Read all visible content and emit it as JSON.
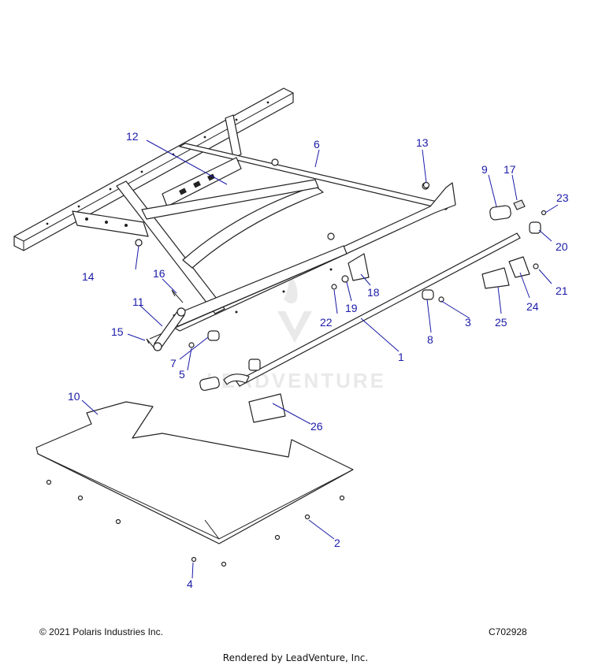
{
  "callouts": [
    {
      "id": "1",
      "label": "1"
    },
    {
      "id": "2",
      "label": "2"
    },
    {
      "id": "3",
      "label": "3"
    },
    {
      "id": "4",
      "label": "4"
    },
    {
      "id": "5",
      "label": "5"
    },
    {
      "id": "6",
      "label": "6"
    },
    {
      "id": "7",
      "label": "7"
    },
    {
      "id": "8",
      "label": "8"
    },
    {
      "id": "9",
      "label": "9"
    },
    {
      "id": "10",
      "label": "10"
    },
    {
      "id": "11",
      "label": "11"
    },
    {
      "id": "12",
      "label": "12"
    },
    {
      "id": "13",
      "label": "13"
    },
    {
      "id": "14",
      "label": "14"
    },
    {
      "id": "15",
      "label": "15"
    },
    {
      "id": "16",
      "label": "16"
    },
    {
      "id": "17",
      "label": "17"
    },
    {
      "id": "18",
      "label": "18"
    },
    {
      "id": "19",
      "label": "19"
    },
    {
      "id": "20",
      "label": "20"
    },
    {
      "id": "21",
      "label": "21"
    },
    {
      "id": "22",
      "label": "22"
    },
    {
      "id": "23",
      "label": "23"
    },
    {
      "id": "24",
      "label": "24"
    },
    {
      "id": "25",
      "label": "25"
    },
    {
      "id": "26",
      "label": "26"
    }
  ],
  "watermark": {
    "text": "LEADVENTURE"
  },
  "footer": {
    "copyright": "© 2021 Polaris Industries Inc.",
    "diagram_code": "C702928",
    "rendered_by": "Rendered by LeadVenture, Inc."
  },
  "colors": {
    "callout": "#1a1aa8",
    "line": "#222222",
    "watermark": "#d8d8d8"
  }
}
